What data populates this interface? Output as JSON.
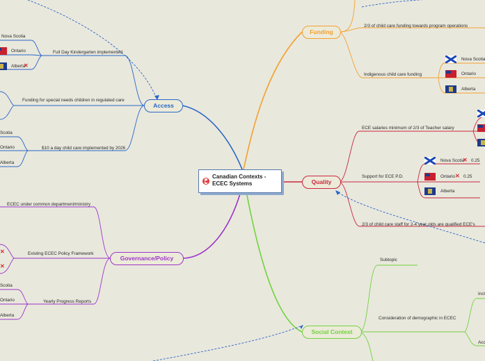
{
  "central": {
    "title": "Canadian Contexts - ECEC Systems"
  },
  "branches": {
    "funding": {
      "label": "Funding",
      "color": "#f3a02e"
    },
    "access": {
      "label": "Access",
      "color": "#2966c7"
    },
    "quality": {
      "label": "Quality",
      "color": "#c8283c"
    },
    "governance": {
      "label": "Governance/Policy",
      "color": "#9b35c9"
    },
    "social": {
      "label": "Social Context",
      "color": "#70d23c"
    }
  },
  "funding": {
    "program_ops": "2/3 of child care funding towards program operations",
    "indigenous": "Indigenous child care funding",
    "provinces": [
      "Nova Scotia",
      "Ontario",
      "Alberta"
    ]
  },
  "access": {
    "kindergarten": "Full Day Kindergarten implemented",
    "special_needs": "Funding for special needs children in regulated care",
    "ten_dollar": "$10 a day child care implemented by 2026",
    "k_provinces": [
      "Nova Scotia",
      "Ontario",
      "Alberta"
    ],
    "d_provinces": [
      "Scotia",
      "Ontario",
      "Alberta"
    ]
  },
  "quality": {
    "salaries": "ECE salaries minimum of  2/3 of Teacher salary",
    "pd": "Support for ECE P.D.",
    "staff": "2/3 of child care staff for 2-4 year olds are qualified ECE's",
    "pd_provinces": [
      "Nova Scotia",
      "Ontario",
      "Alberta"
    ],
    "pd_values": [
      "0.25",
      "0.25"
    ]
  },
  "governance": {
    "department": "ECEC under common department/ministry",
    "framework": "Existing ECEC Policy Framework",
    "reports": "Yearly Progress Reports",
    "r_provinces": [
      "Scotia",
      "Ontario",
      "Alberta"
    ]
  },
  "social": {
    "subtopic": "Subtopic",
    "demographic": "Consideration of demographic in ECEC",
    "inc": "Incl",
    "acc": "Acc"
  },
  "icons": {
    "cross": "✕",
    "note": "⌕"
  }
}
